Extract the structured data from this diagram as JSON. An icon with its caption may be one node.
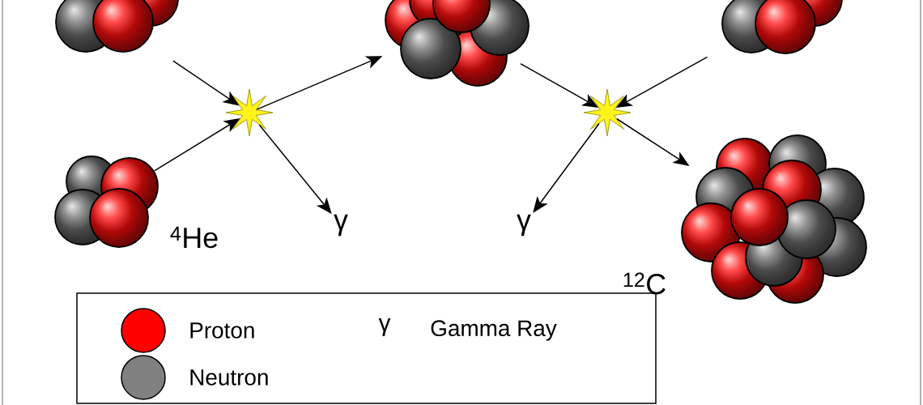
{
  "diagram": {
    "nodes": [
      {
        "text": [],
        "shape": "picture"
      },
      {
        "text": [],
        "shape": "picture",
        "beside": [
          "$^{4}$He"
        ]
      },
      {
        "text": [],
        "shape": "star"
      },
      {
        "text": [
          "γ"
        ]
      },
      {
        "text": [],
        "shape": "picture"
      },
      {
        "text": [],
        "shape": "picture"
      },
      {
        "text": [],
        "shape": "star"
      },
      {
        "text": [
          "γ"
        ]
      },
      {
        "text": [],
        "shape": "picture",
        "beside": [
          "$^{12}$C"
        ]
      }
    ],
    "edges": [
      {
        "from": 0,
        "to": 2,
        "arrow": "to"
      },
      {
        "from": 1,
        "to": 2,
        "arrow": "to"
      },
      {
        "from": 2,
        "to": 4,
        "arrow": "to"
      },
      {
        "from": 2,
        "to": 3,
        "arrow": "to"
      },
      {
        "from": 4,
        "to": 6,
        "arrow": "to"
      },
      {
        "from": 5,
        "to": 6,
        "arrow": "to"
      },
      {
        "from": 6,
        "to": 7,
        "arrow": "to"
      },
      {
        "from": 6,
        "to": 8,
        "arrow": "to"
      }
    ],
    "labels": [
      "γ"
    ],
    "legend": [
      {
        "text": "Proton",
        "color": "#ff0000"
      },
      {
        "text": "Gamma Ray"
      },
      {
        "text": "Neutron",
        "color": "#808080"
      }
    ]
  }
}
